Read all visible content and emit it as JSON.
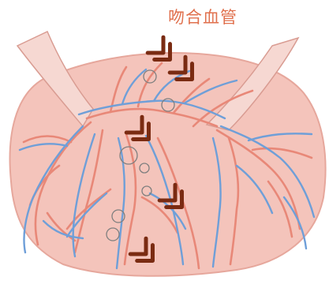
{
  "title": "吻合血管",
  "colors": {
    "background": "#ffffff",
    "placenta_fill": "#f4c4bb",
    "placenta_edge": "#e6a79c",
    "cord": "#f6d8d2",
    "cord_edge": "#d99c92",
    "artery": "#e88878",
    "vein": "#6f9fd8",
    "arrow": "#7a2b12",
    "circle": "#7f7f7f",
    "title": "#e0704d"
  },
  "arrow_icon": "double-chevron-arrow-icon",
  "anastomosis_count": 7,
  "arrow_count": 5
}
